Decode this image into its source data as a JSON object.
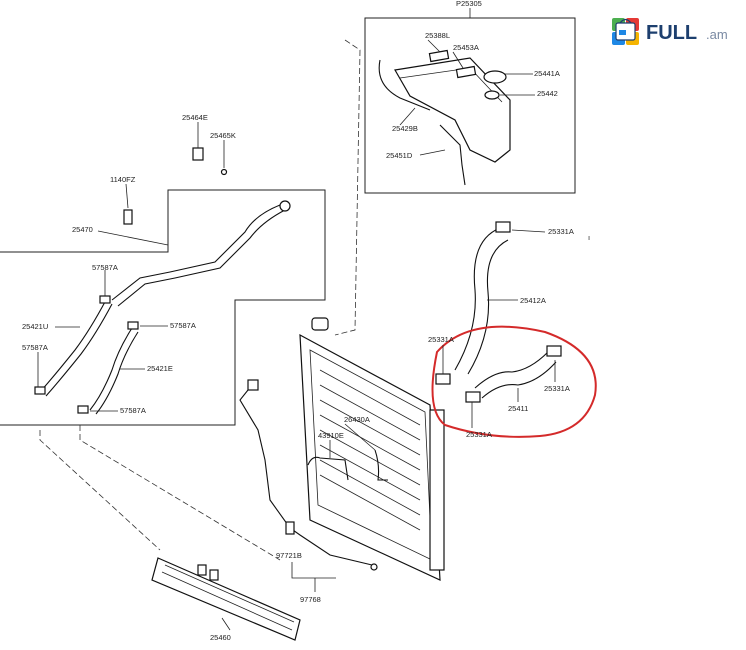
{
  "logo": {
    "brand": "FULL",
    "suffix": ".am",
    "icon_name": "shopping-bag-icon",
    "colors": {
      "green": "#4caf50",
      "red": "#e53935",
      "blue": "#1e88e5",
      "text": "#1d3f6e"
    }
  },
  "highlight_color": "#d42a2a",
  "labels": {
    "p25305": "P25305",
    "p25388l": "25388L",
    "p25453a": "25453A",
    "p25441a": "25441A",
    "p25442": "25442",
    "p25429b": "25429B",
    "p25451d": "25451D",
    "p25464e": "25464E",
    "p25465k": "25465K",
    "p1140fz": "1140FZ",
    "p25470": "25470",
    "p57587a_1": "57587A",
    "p25421u": "25421U",
    "p57587a_2": "57587A",
    "p57587a_3": "57587A",
    "p25421e": "25421E",
    "p57587a_4": "57587A",
    "p25331a_1": "25331A",
    "p25412a": "25412A",
    "p25331a_2": "25331A",
    "p25331a_3": "25331A",
    "p25411": "25411",
    "p25331a_4": "25331A",
    "p26430a": "26430A",
    "p43910e": "43910E",
    "p97721b": "97721B",
    "p97768": "97768",
    "p25460": "25460"
  }
}
